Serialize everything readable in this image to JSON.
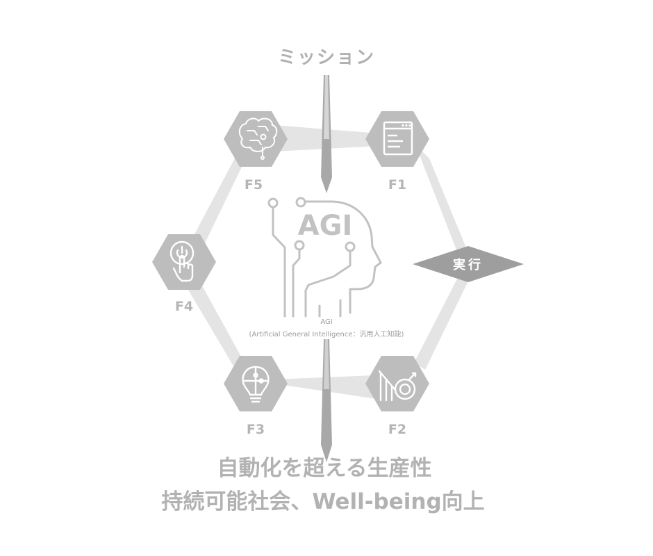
{
  "mission": "ミッション",
  "execution": "実行",
  "agi": {
    "logo_text": "AGI",
    "caption_short": "AGI",
    "caption_full": "(Artificial General Intelligence：汎用人工知能)"
  },
  "nodes": [
    {
      "id": "F1",
      "label": "F1",
      "icon": "browser-window-icon"
    },
    {
      "id": "F2",
      "label": "F2",
      "icon": "chart-target-icon"
    },
    {
      "id": "F3",
      "label": "F3",
      "icon": "lightbulb-puzzle-icon"
    },
    {
      "id": "F4",
      "label": "F4",
      "icon": "hand-touch-power-icon"
    },
    {
      "id": "F5",
      "label": "F5",
      "icon": "circuit-brain-icon"
    }
  ],
  "goal": {
    "line1": "自動化を超える生産性",
    "line2": "持続可能社会、Well-being向上"
  },
  "colors": {
    "hexagon": "#bdbdbd",
    "connector": "#e6e6e6",
    "arrow": "#9a9a9a",
    "label": "#b3b3b3",
    "diamond": "#9e9e9e",
    "icon_line": "#ffffff",
    "head_line": "#bdbdbd"
  }
}
